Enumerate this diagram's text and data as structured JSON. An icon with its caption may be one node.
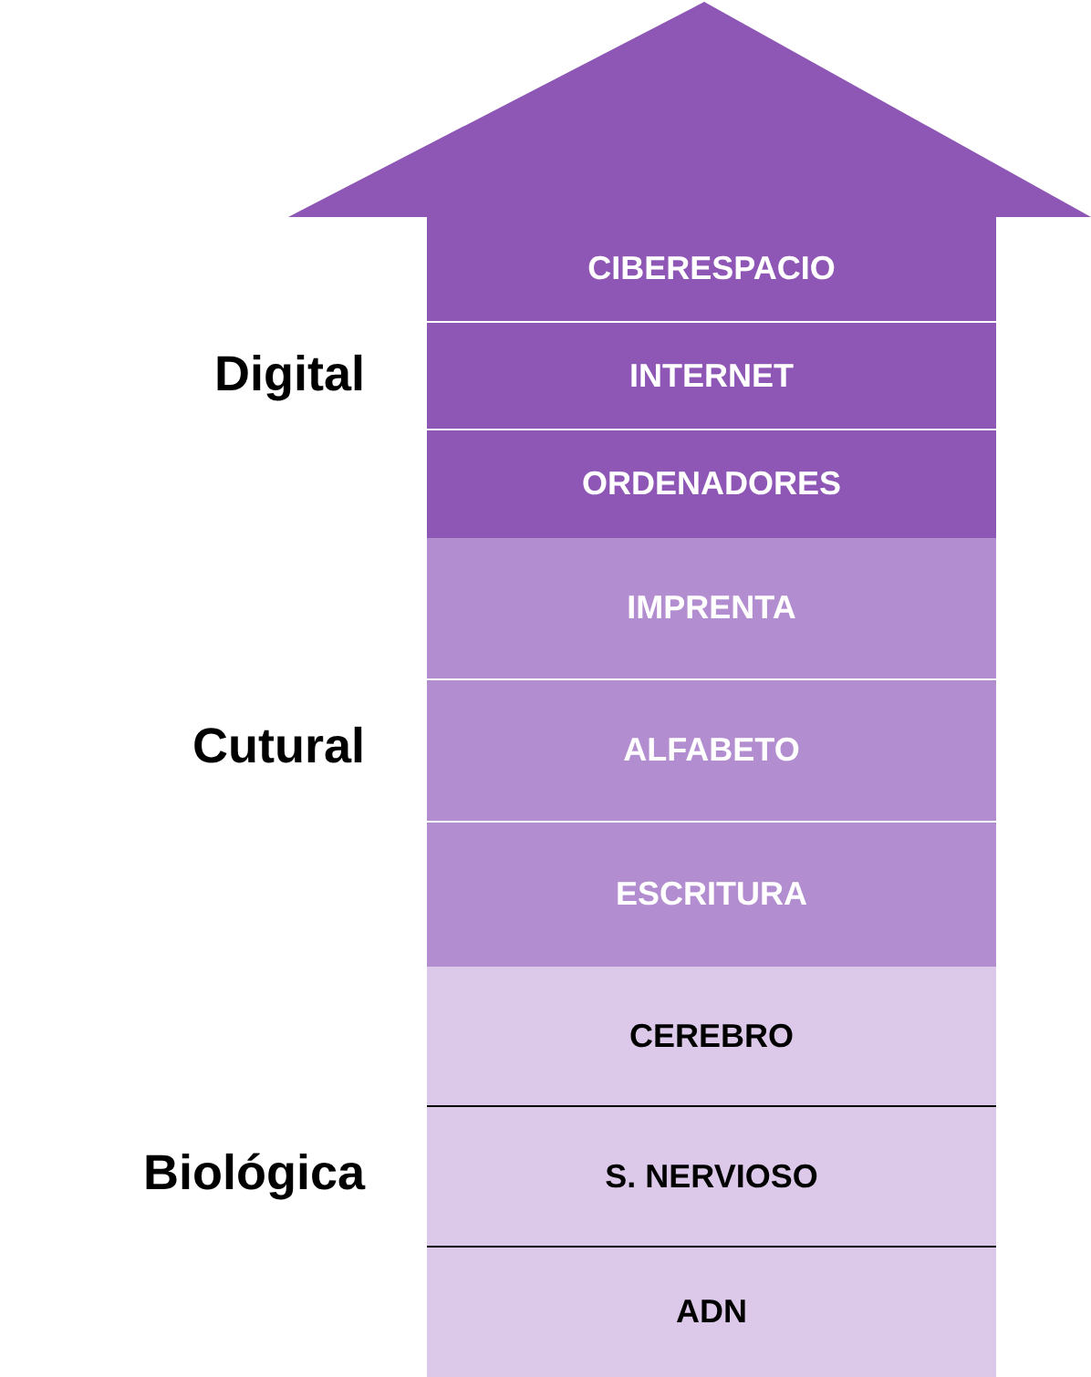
{
  "diagram": {
    "nodes": [
      {
        "text": [
          "CIBERESPACIO"
        ]
      },
      {
        "text": [
          "INTERNET"
        ]
      },
      {
        "text": [
          "ORDENADORES"
        ]
      },
      {
        "text": [
          "IMPRENTA"
        ]
      },
      {
        "text": [
          "ALFABETO"
        ]
      },
      {
        "text": [
          "ESCRITURA"
        ]
      },
      {
        "text": [
          "CEREBRO"
        ]
      },
      {
        "text": [
          "S. NERVIOSO"
        ]
      },
      {
        "text": [
          "ADN"
        ]
      }
    ],
    "labels": [
      "Digital",
      "Cutural",
      "Biológica"
    ]
  }
}
